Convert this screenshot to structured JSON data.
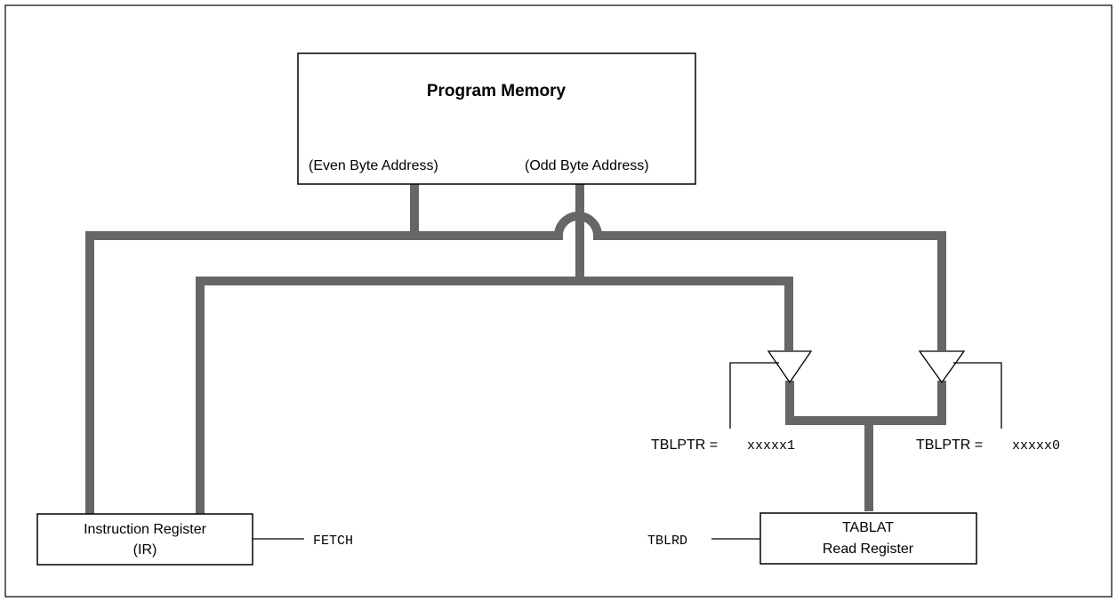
{
  "program_memory": {
    "title": "Program Memory",
    "even_label": "(Even Byte Address)",
    "odd_label": "(Odd Byte Address)"
  },
  "instruction_register": {
    "line1": "Instruction Register",
    "line2": "(IR)",
    "signal": "FETCH"
  },
  "tablat": {
    "line1": "TABLAT",
    "line2": "Read Register",
    "signal": "TBLRD"
  },
  "tblptr_odd": {
    "label": "TBLPTR =",
    "value": "xxxxx1"
  },
  "tblptr_even": {
    "label": "TBLPTR =",
    "value": "xxxxx0"
  },
  "colors": {
    "bus": "#666666",
    "stroke": "#000000"
  }
}
